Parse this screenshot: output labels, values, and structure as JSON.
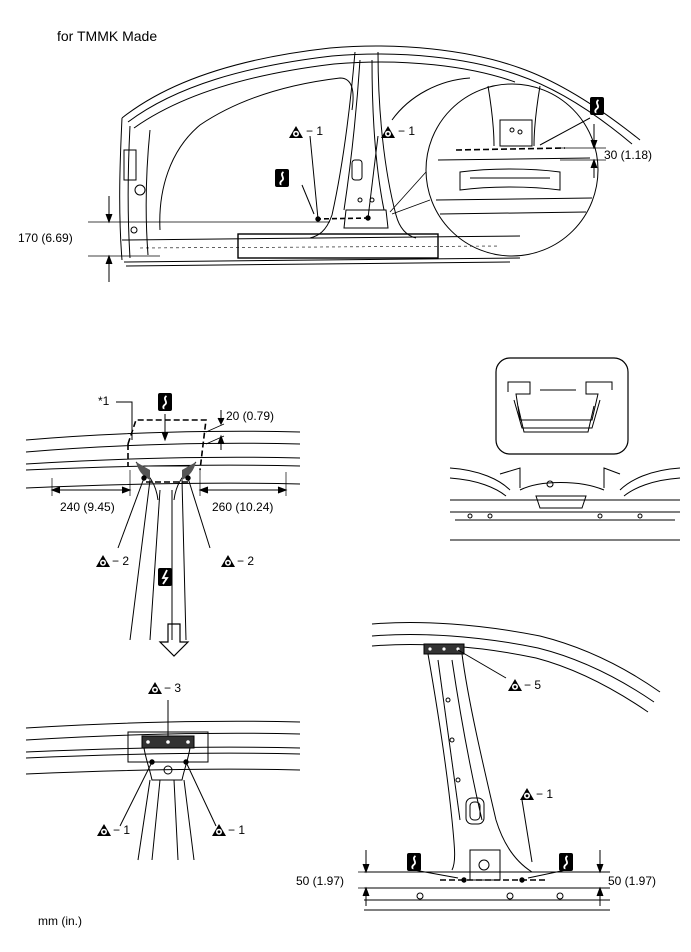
{
  "title": "for TMMK Made",
  "units_note": "mm (in.)",
  "callouts": {
    "weld_1a": "1",
    "weld_1b": "1",
    "weld_2a": "2",
    "weld_2b": "2",
    "weld_3": "3",
    "weld_5": "5",
    "weld_1c": "1",
    "weld_1d": "1",
    "weld_1e": "1",
    "part_ref": "*1"
  },
  "dimensions": {
    "d170": "170 (6.69)",
    "d30": "30 (1.18)",
    "d20": "20 (0.79)",
    "d240": "240 (9.45)",
    "d260": "260 (10.24)",
    "d50_left": "50 (1.97)",
    "d50_right": "50 (1.97)"
  },
  "icons": {
    "weld_point": "weld-point-icon",
    "saw_cut": "saw-cut-icon",
    "zigzag_cut": "zigzag-cut-icon",
    "arrow_down": "arrow-down-icon"
  }
}
